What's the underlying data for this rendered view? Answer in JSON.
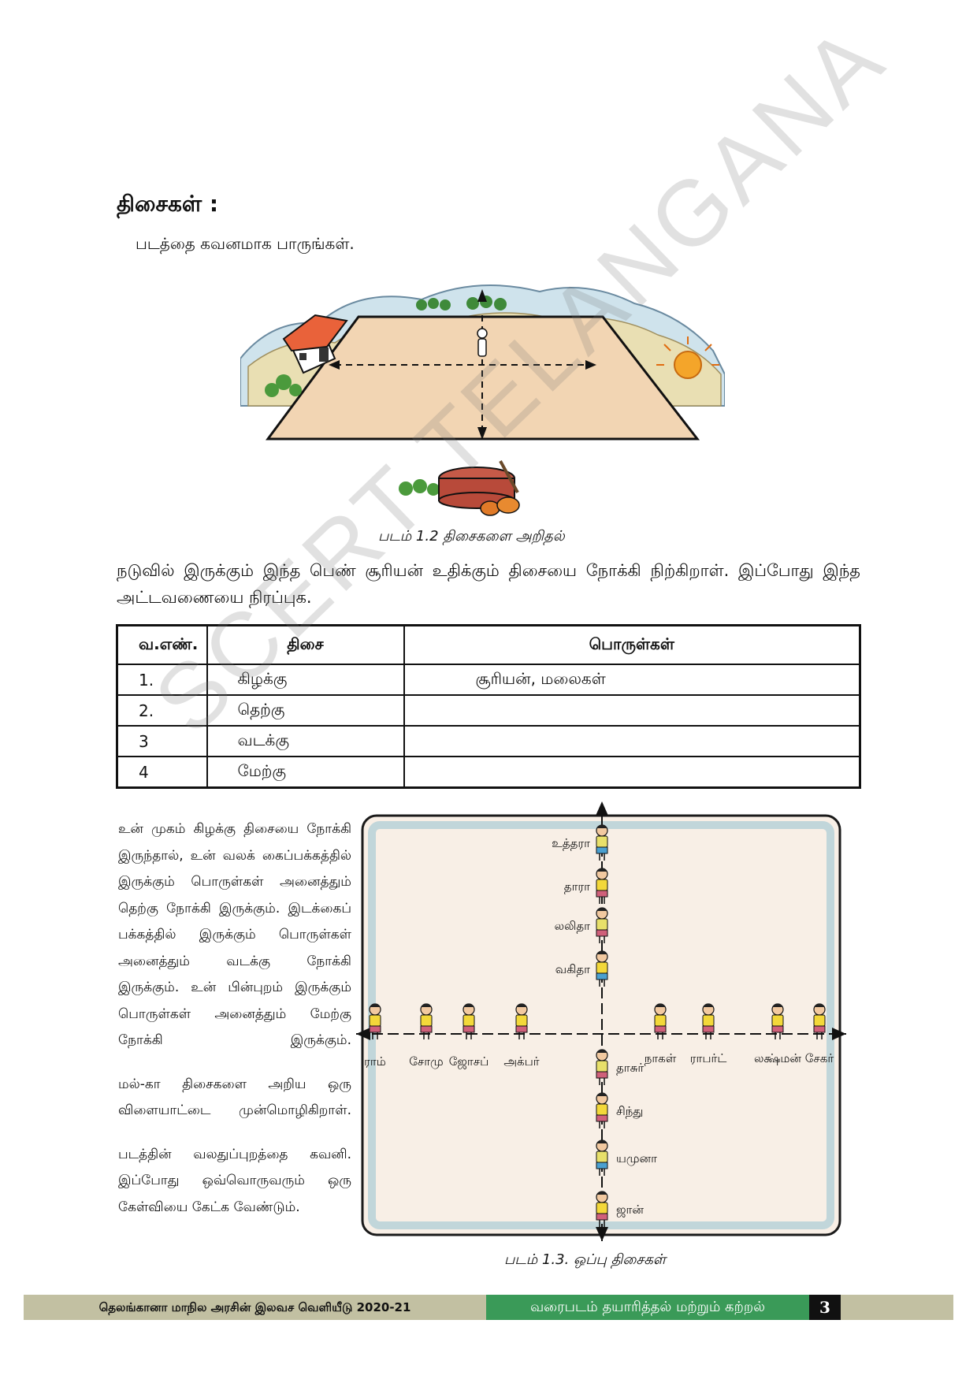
{
  "section_title": "திசைகள் :",
  "intro": "படத்தை கவனமாக பாருங்கள்.",
  "figure1_caption": "படம் 1.2 திசைகளை அறிதல்",
  "paragraph": "நடுவில் இருக்கும் இந்த பெண் சூரியன் உதிக்கும் திசையை நோக்கி நிற்கிறாள். இப்போது இந்த அட்டவணையை நிரப்புக.",
  "table": {
    "headers": [
      "வ.எண்.",
      "திசை",
      "பொருள்கள்"
    ],
    "rows": [
      {
        "sno": "1.",
        "direction": "கிழக்கு",
        "objects": "சூரியன், மலைகள்"
      },
      {
        "sno": "2.",
        "direction": "தெற்கு",
        "objects": ""
      },
      {
        "sno": "3",
        "direction": "வடக்கு",
        "objects": ""
      },
      {
        "sno": "4",
        "direction": "மேற்கு",
        "objects": ""
      }
    ]
  },
  "side_text": {
    "p1": "உன் முகம் கிழக்கு திசையை நோக்கி இருந்தால், உன் வலக் கைப்பக்கத்தில் இருக்கும் பொருள்கள் அனைத்தும் தெற்கு நோக்கி இருக்கும். இடக்கைப் பக்கத்தில் இருக்கும் பொருள்கள் அனைத்தும் வடக்கு நோக்கி இருக்கும். உன் பின்புறம் இருக்கும் பொருள்கள் அனைத்தும் மேற்கு நோக்கி இருக்கும்.",
    "p2": "மல்-கா திசைகளை அறிய ஒரு விளையாட்டை முன்மொழிகிறாள்.",
    "p3": "படத்தின் வலதுப்புறத்தை கவனி. இப்போது ஒவ்வொருவரும் ஒரு கேள்வியை கேட்க வேண்டும்."
  },
  "figure2": {
    "vertical_names": [
      "உத்தரா",
      "தாரா",
      "லலிதா",
      "வகிதா",
      "தாசுர்",
      "சிந்து",
      "யமுனா",
      "ஜான்"
    ],
    "horizontal_names": [
      "ராம்",
      "சோமு",
      "ஜோசப்",
      "அக்பர்",
      "நாகள்",
      "ராபர்ட்",
      "லக்ஷ்மன்",
      "சேகர்"
    ],
    "caption": "படம் 1.3. ஒப்பு திசைகள்"
  },
  "footer": {
    "left": "தெலங்கானா மாநில அரசின் இலவச வெளியீடு 2020-21",
    "middle": "வரைபடம் தயாரித்தல் மற்றும் கற்றல்",
    "page_number": "3"
  },
  "watermark": "SCERT TELANGANA"
}
